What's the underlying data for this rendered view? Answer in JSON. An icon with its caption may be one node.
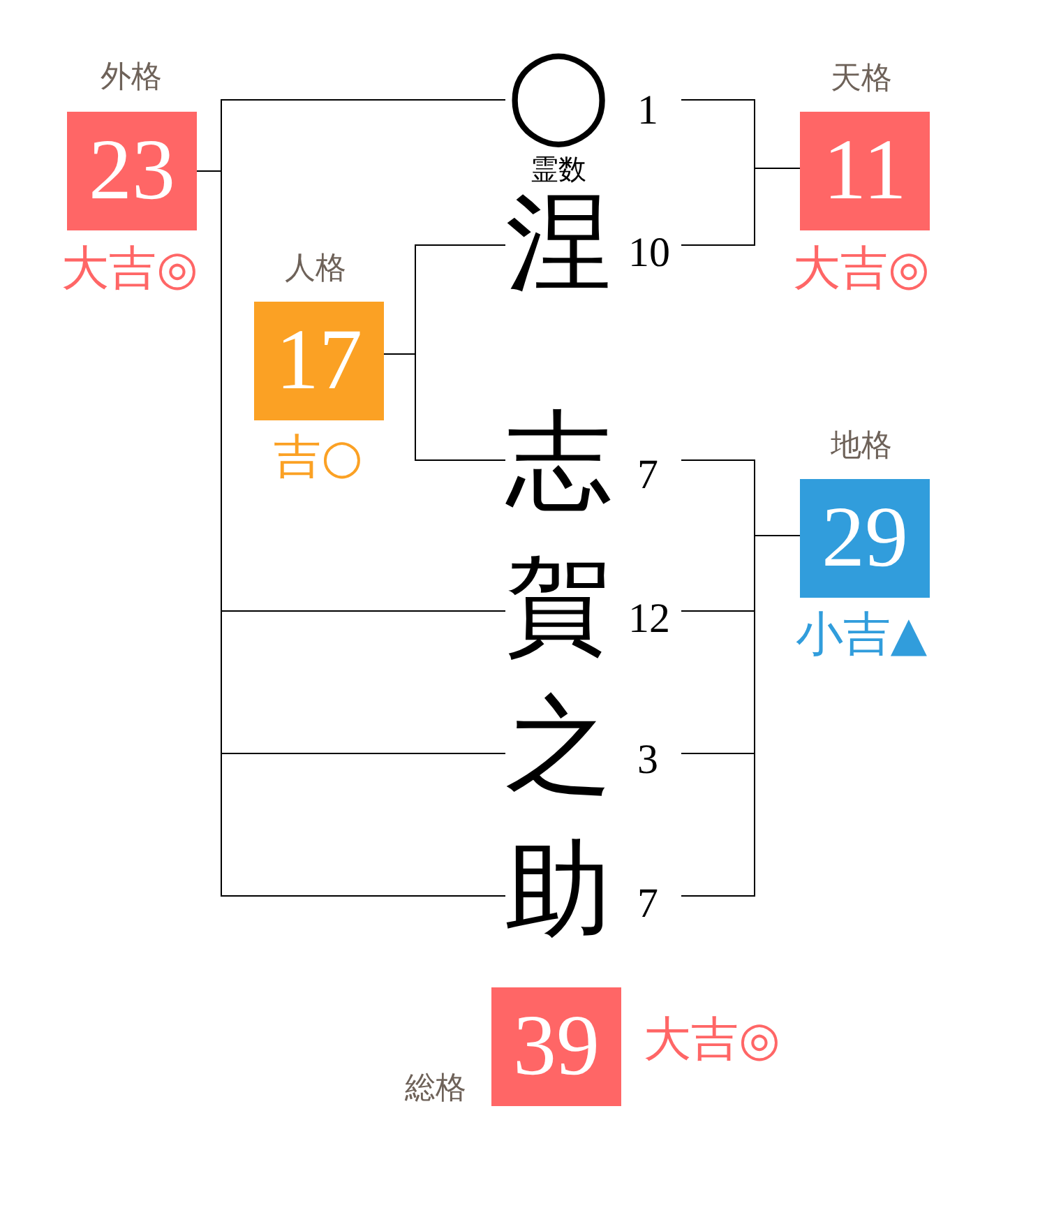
{
  "diagram": {
    "nodes": [
      {
        "text": [
          "外格",
          "23"
        ],
        "beside": [
          "大吉◎"
        ]
      },
      {
        "text": [
          "◯"
        ],
        "beside": [
          "1",
          "霊数"
        ]
      },
      {
        "text": [
          "天格",
          "11"
        ],
        "beside": [
          "大吉◎"
        ]
      },
      {
        "text": [
          "涅"
        ],
        "beside": [
          "10"
        ]
      },
      {
        "text": [
          "人格",
          "17"
        ],
        "beside": [
          "吉○"
        ]
      },
      {
        "text": [
          "志"
        ],
        "beside": [
          "7"
        ]
      },
      {
        "text": [
          "地格",
          "29"
        ],
        "beside": [
          "小吉▲"
        ]
      },
      {
        "text": [
          "賀"
        ],
        "beside": [
          "12"
        ]
      },
      {
        "text": [
          "之"
        ],
        "beside": [
          "3"
        ]
      },
      {
        "text": [
          "助"
        ],
        "beside": [
          "7"
        ]
      },
      {
        "text": [
          "総格",
          "39"
        ],
        "beside": [
          "大吉◎"
        ]
      }
    ],
    "edges": [
      {
        "from": 1,
        "to": 0,
        "arrow": "none"
      },
      {
        "from": 7,
        "to": 0,
        "arrow": "none"
      },
      {
        "from": 8,
        "to": 0,
        "arrow": "none"
      },
      {
        "from": 9,
        "to": 0,
        "arrow": "none"
      },
      {
        "from": 1,
        "to": 2,
        "arrow": "none"
      },
      {
        "from": 3,
        "to": 2,
        "arrow": "none"
      },
      {
        "from": 3,
        "to": 4,
        "arrow": "none"
      },
      {
        "from": 5,
        "to": 4,
        "arrow": "none"
      },
      {
        "from": 5,
        "to": 6,
        "arrow": "none"
      },
      {
        "from": 7,
        "to": 6,
        "arrow": "none"
      },
      {
        "from": 8,
        "to": 6,
        "arrow": "none"
      },
      {
        "from": 9,
        "to": 6,
        "arrow": "none"
      }
    ]
  }
}
